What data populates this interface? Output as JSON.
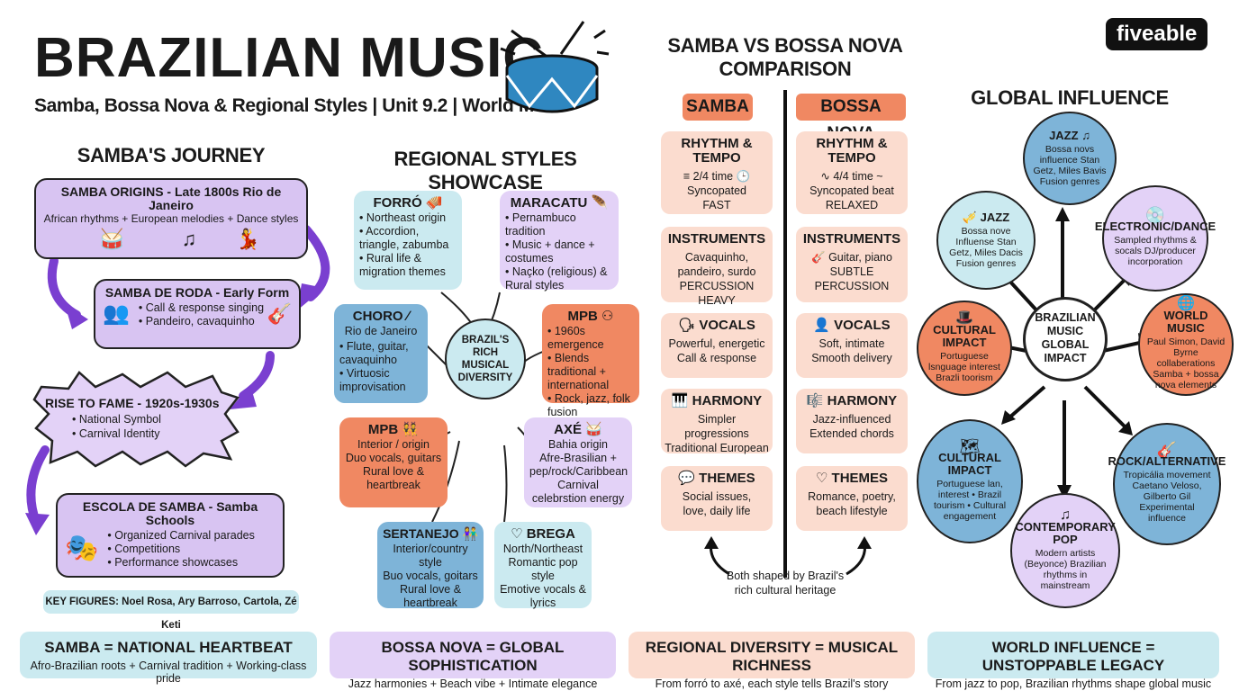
{
  "header": {
    "title": "BRAZILIAN MUSIC",
    "subtitle": "Samba, Bossa Nova & Regional Styles | Unit 9.2 | World Music",
    "logo": "fiveable"
  },
  "journey": {
    "heading": "SAMBA'S JOURNEY",
    "origins": {
      "title": "SAMBA ORIGINS - Late 1800s Rio de Janeiro",
      "desc": "African rhythms + European melodies + Dance styles"
    },
    "roda": {
      "title": "SAMBA DE RODA - Early Form",
      "items": [
        "Call & response singing",
        "Pandeiro, cavaquinho"
      ]
    },
    "fame": {
      "title": "RISE TO FAME - 1920s-1930s",
      "items": [
        "National Symbol",
        "Carnival Identity"
      ]
    },
    "escola": {
      "title": "ESCOLA DE SAMBA - Samba Schools",
      "items": [
        "Organized Carnival parades",
        "Competitions",
        "Performance showcases"
      ]
    },
    "key_figures": "KEY FIGURES: Noel Rosa, Ary Barroso, Cartola, Zé Keti"
  },
  "regional": {
    "heading": "REGIONAL STYLES SHOWCASE",
    "center": "BRAZIL'S RICH MUSICAL DIVERSITY",
    "forro": {
      "title": "FORRÓ",
      "items": [
        "Northeast origin",
        "Accordion, triangle, zabumba",
        "Rural life & migration themes"
      ]
    },
    "maracatu": {
      "title": "MARACATU",
      "items": [
        "Pernambuco tradition",
        "Music + dance + costumes",
        "Naçko (religious) & Rural styles"
      ]
    },
    "choro": {
      "title": "CHORO",
      "items": [
        "Rio de Janeiro",
        "Flute, guitar, cavaquinho",
        "Virtuosic improvisation"
      ]
    },
    "mpb1": {
      "title": "MPB",
      "items": [
        "1960s emergence",
        "Blends traditional + international",
        "Rock, jazz, folk fusion"
      ]
    },
    "mpb2": {
      "title": "MPB",
      "items": [
        "Interior / origin",
        "Duo vocals, guitars",
        "Rural love & heartbreak"
      ]
    },
    "axe": {
      "title": "AXÉ",
      "items": [
        "Bahia origin",
        "Afre-Brasilian + pep/rock/Caribbean",
        "Carnival celebrstion energy"
      ]
    },
    "sertanejo": {
      "title": "SERTANEJO",
      "items": [
        "Interior/country style",
        "Buo vocals, goitars",
        "Rural love & heartbreak"
      ]
    },
    "brega": {
      "title": "BREGA",
      "items": [
        "North/Northeast",
        "Romantic pop style",
        "Emotive vocals & lyrics"
      ]
    }
  },
  "comparison": {
    "heading": "SAMBA VS BOSSA NOVA COMPARISON",
    "samba_label": "SAMBA",
    "bossa_label": "BOSSA NOVA",
    "samba": [
      {
        "title": "RHYTHM & TEMPO",
        "l1": "2/4 time",
        "l2": "Syncopated",
        "l3": "FAST"
      },
      {
        "title": "INSTRUMENTS",
        "l1": "Cavaquinho,",
        "l2": "pandeiro, surdo",
        "l3": "PERCUSSION HEAVY"
      },
      {
        "title": "VOCALS",
        "l1": "Powerful, energetic",
        "l2": "Call & response",
        "l3": ""
      },
      {
        "title": "HARMONY",
        "l1": "Simpler progressions",
        "l2": "Traditional European",
        "l3": ""
      },
      {
        "title": "THEMES",
        "l1": "Social issues,",
        "l2": "love, daily life",
        "l3": ""
      }
    ],
    "bossa": [
      {
        "title": "RHYTHM & TEMPO",
        "l1": "4/4 time",
        "l2": "Syncopated beat",
        "l3": "RELAXED"
      },
      {
        "title": "INSTRUMENTS",
        "l1": "Guitar, piano",
        "l2": "SUBTLE PERCUSSION",
        "l3": ""
      },
      {
        "title": "VOCALS",
        "l1": "Soft, intimate",
        "l2": "Smooth delivery",
        "l3": ""
      },
      {
        "title": "HARMONY",
        "l1": "Jazz-influenced",
        "l2": "Extended chords",
        "l3": ""
      },
      {
        "title": "THEMES",
        "l1": "Romance, poetry,",
        "l2": "beach lifestyle",
        "l3": ""
      }
    ],
    "shared_l1": "Both shaped by Brazil's",
    "shared_l2": "rich cultural heritage"
  },
  "global": {
    "heading": "GLOBAL INFLUENCE",
    "center": "BRAZILIAN MUSIC GLOBAL IMPACT",
    "jazz_top": {
      "title": "JAZZ",
      "desc": "Bossa novs influence Stan Getz, Miles Bavis Fusion genres"
    },
    "jazz_left": {
      "title": "JAZZ",
      "desc": "Bossa nove Influense Stan Getz, Miles Dacis Fusion genres"
    },
    "electronic": {
      "title": "ELECTRONIC/DANCE",
      "desc": "Sampled rhythms & socals DJ/producer incorporation"
    },
    "cultural_left": {
      "title": "CULTURAL IMPACT",
      "desc": "Portuguese lsnguage interest Brazli toorism"
    },
    "world": {
      "title": "WORLD MUSIC",
      "desc": "Paul Simon, David Byrne collaberations Samba + bossa nova elements"
    },
    "cultural_bottom": {
      "title": "CULTURAL IMPACT",
      "desc": "Portuguese lan, interest • Brazil tourism • Cultural engagement"
    },
    "rock": {
      "title": "ROCK/ALTERNATIVE",
      "desc": "Tropicália movement Caetano Veloso, Gilberto Gil Experimental influence"
    },
    "pop": {
      "title": "CONTEMPORARY POP",
      "desc": "Modern artists (Beyonce) Brazilian rhythms in mainstream"
    }
  },
  "footer": [
    {
      "title": "SAMBA = NATIONAL HEARTBEAT",
      "desc": "Afro-Brazilian roots + Carnival tradition + Working-class pride"
    },
    {
      "title": "BOSSA NOVA = GLOBAL SOPHISTICATION",
      "desc": "Jazz harmonies + Beach vibe + Intimate elegance"
    },
    {
      "title": "REGIONAL DIVERSITY = MUSICAL RICHNESS",
      "desc": "From forró to axé, each style tells Brazil's story"
    },
    {
      "title": "WORLD INFLUENCE = UNSTOPPABLE LEGACY",
      "desc": "From jazz to pop, Brazilian rhythms shape global music"
    }
  ],
  "colors": {
    "purple": "#d8c4f2",
    "teal": "#cbeaf0",
    "blue": "#7eb4d8",
    "orange": "#f08862",
    "peach": "#fbdccf",
    "drum": "#2f87c0",
    "arrow": "#7a3fd0"
  }
}
